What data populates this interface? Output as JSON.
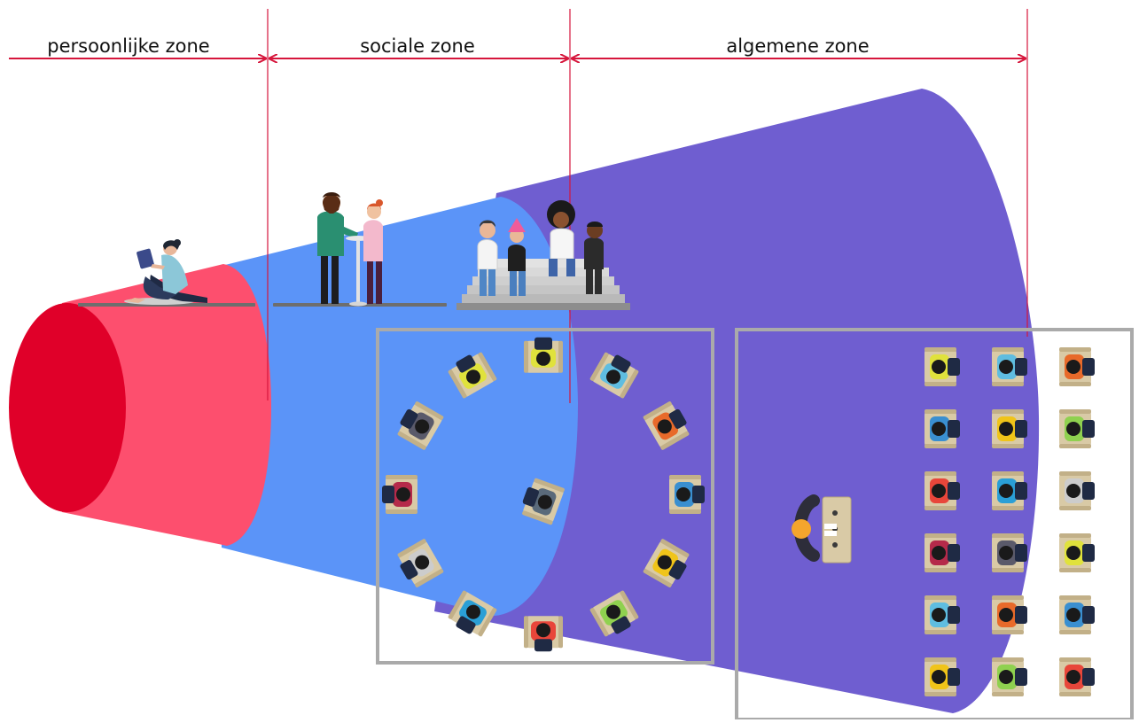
{
  "zones": [
    {
      "label": "persoonlijke zone",
      "color": "#fd4f6e"
    },
    {
      "label": "sociale zone",
      "color": "#5b94f8"
    },
    {
      "label": "algemene zone",
      "color": "#6f5ed0"
    }
  ],
  "colors": {
    "marker_line": "#d6163c",
    "cone_face": "#e00029",
    "frame": "#aaaaaa",
    "chair": "#d9caa6",
    "skin": "#5a3820",
    "stage_floor": "#6e6e6e"
  },
  "illustrations": [
    "person-reading-icon",
    "people-at-standing-table-icon",
    "people-on-steps-icon",
    "circle-seating-icon",
    "speaker-at-lectern-icon",
    "audience-rows-icon"
  ],
  "circle_seating": {
    "seats": 12,
    "center_person": true
  },
  "audience_rows": {
    "rows": 6,
    "columns": 3
  },
  "group_on_steps": {
    "people": 4
  },
  "standing_table": {
    "people": 2
  }
}
